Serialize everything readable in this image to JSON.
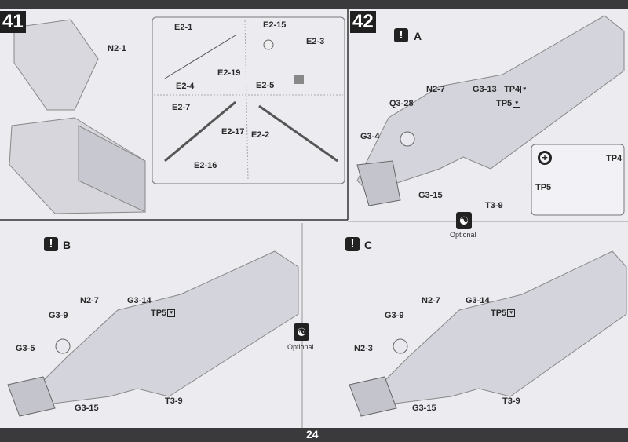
{
  "page_number": "24",
  "step41": {
    "number": "41",
    "main_label": "N2-1",
    "inset_labels": [
      "E2-1",
      "E2-19",
      "E2-4",
      "E2-15",
      "E2-3",
      "E2-5",
      "E2-7",
      "E2-17",
      "E2-2",
      "E2-16"
    ]
  },
  "step42": {
    "number": "42",
    "variant_a": {
      "title": "A",
      "labels": [
        "N2-7",
        "G3-13",
        "TP4",
        "Q3-28",
        "TP5",
        "G3-4",
        "G3-15",
        "T3-9"
      ],
      "inset": {
        "tp4": "TP4",
        "tp5": "TP5"
      }
    },
    "optional_label": "Optional",
    "variant_b": {
      "title": "B",
      "labels": [
        "N2-7",
        "G3-14",
        "TP5",
        "G3-9",
        "G3-5",
        "G3-15",
        "T3-9"
      ]
    },
    "variant_c": {
      "title": "C",
      "labels": [
        "N2-7",
        "G3-14",
        "TP5",
        "G3-9",
        "N2-3",
        "G3-15",
        "T3-9"
      ]
    }
  },
  "icons": {
    "attention": "exclamation-icon",
    "optional": "yin-yang-icon",
    "zoom": "magnifier-plus-icon",
    "tape": "heart-tape-icon"
  }
}
